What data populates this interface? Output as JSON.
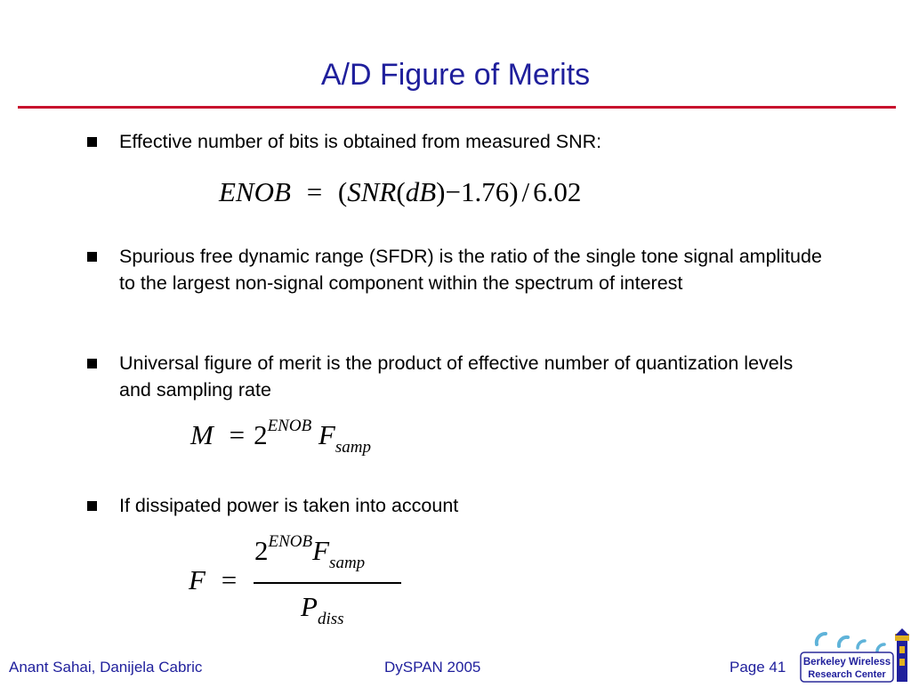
{
  "title": "A/D Figure of Merits",
  "bullets": [
    "Effective number of bits is obtained from measured SNR:",
    "Spurious free dynamic range (SFDR)  is the ratio of the single tone signal amplitude to the largest non-signal component within the spectrum of interest",
    "Universal figure of merit is the product of effective number of quantization levels and sampling rate",
    "If dissipated power is taken into account"
  ],
  "equations": {
    "enob": {
      "lhs": "ENOB",
      "eq": "=",
      "open": "(",
      "snr": "SNR",
      "paren_open": "(",
      "db": "dB",
      "paren_close": ")",
      "minus": "−1.76",
      "close": ")",
      "div": "/",
      "denom": "6.02"
    },
    "m": {
      "lhs": "M",
      "eq": "=",
      "base": "2",
      "exp": "ENOB",
      "f": "F",
      "sub": "samp"
    },
    "f": {
      "lhs": "F",
      "eq": "=",
      "num_base": "2",
      "num_exp": "ENOB",
      "num_f": "F",
      "num_sub": "samp",
      "den_p": "P",
      "den_sub": "diss"
    }
  },
  "footer": {
    "authors": "Anant Sahai, Danijela Cabric",
    "conference": "DySPAN 2005",
    "page": "Page 41"
  },
  "logo": {
    "line1": "Berkeley Wireless",
    "line2": "Research Center"
  },
  "colors": {
    "title": "#1f1f9c",
    "rule": "#c8102e",
    "footer": "#1f1f9c"
  }
}
